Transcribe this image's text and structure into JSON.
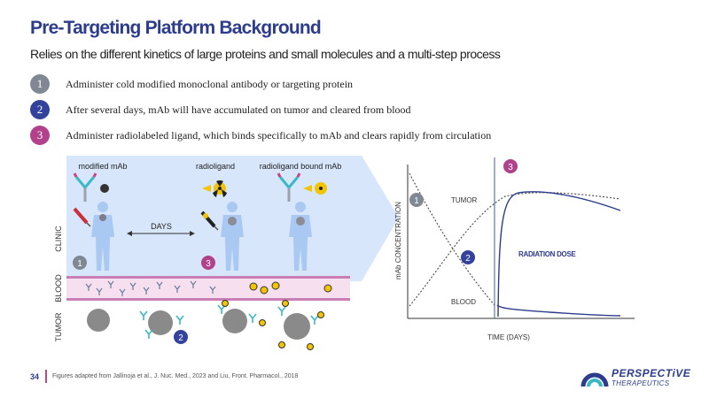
{
  "title": "Pre-Targeting Platform Background",
  "subtitle": "Relies on the different kinetics of large proteins and small molecules and a multi-step process",
  "steps": [
    {
      "number": "1",
      "text": "Administer cold modified monoclonal antibody or targeting protein",
      "color": "#7f8893"
    },
    {
      "number": "2",
      "text": "After several days, mAb will have accumulated on tumor and cleared from blood",
      "color": "#33429a"
    },
    {
      "number": "3",
      "text": "Administer radiolabeled ligand, which binds specifically to mAb and clears rapidly from circulation",
      "color": "#b0418a"
    }
  ],
  "diagram": {
    "labels": {
      "modified_mab": "modified mAb",
      "radioligand": "radioligand",
      "bound_mab": "radioligand bound mAb",
      "days": "DAYS"
    },
    "row_labels": {
      "clinic": "CLINIC",
      "blood": "BLOOD",
      "tumor": "TUMOR"
    },
    "badges": {
      "b1": "1",
      "b2": "2",
      "b3": "3"
    }
  },
  "graph": {
    "ylabel": "mAb CONCENTRATION",
    "xlabel": "TIME (DAYS)",
    "tumor_label": "TUMOR",
    "blood_label": "BLOOD",
    "radiation_label": "RADIATION DOSE",
    "badges": {
      "b1": "1",
      "b2": "2",
      "b3": "3"
    }
  },
  "footer": {
    "page_number": "34",
    "citation": "Figures adapted from Jallinoja et al., J. Nuc. Med., 2023 and Liu, Front. Pharmacol., 2018"
  },
  "logo": {
    "name": "PERSPECTiVE",
    "sub": "THERAPEUTICS"
  },
  "colors": {
    "title": "#2d3c8c",
    "accent_pink": "#b0418a",
    "badge_grey": "#7f8893",
    "badge_blue": "#33429a",
    "panel_blue": "#d7e6fb"
  }
}
